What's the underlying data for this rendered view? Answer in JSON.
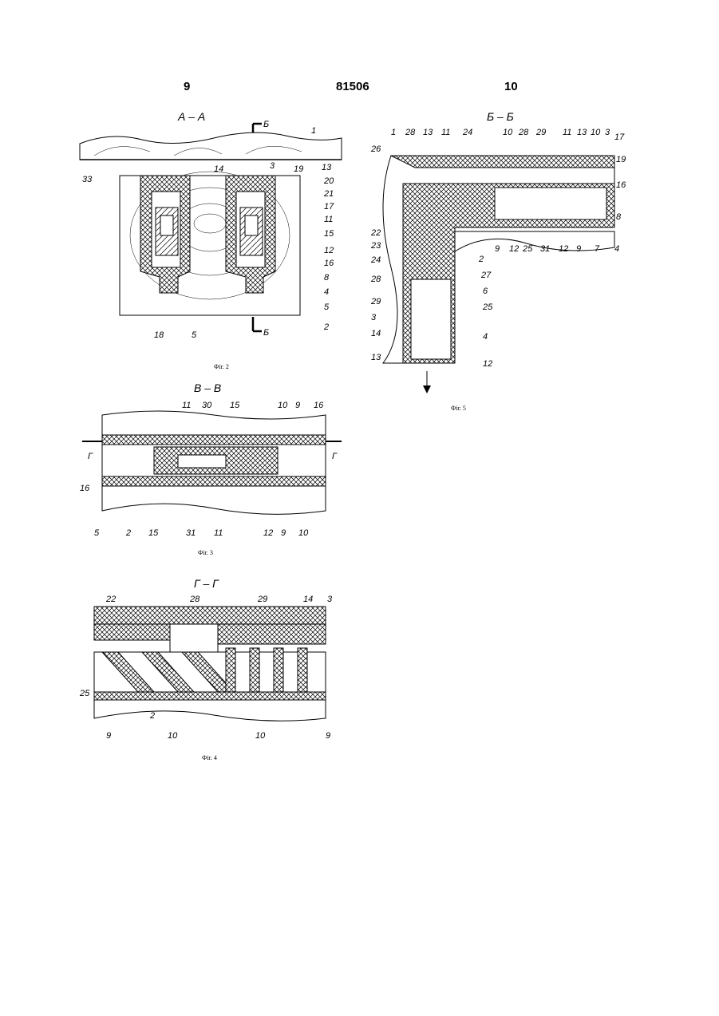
{
  "header": {
    "left_page": "9",
    "patent_number": "81506",
    "right_page": "10"
  },
  "fig2": {
    "section_title": "А – А",
    "cut_marker": "Б",
    "caption": "Фіг. 2",
    "labels": [
      "1",
      "33",
      "14",
      "3",
      "19",
      "13",
      "20",
      "21",
      "17",
      "11",
      "15",
      "12",
      "16",
      "8",
      "4",
      "5",
      "2",
      "18",
      "5"
    ]
  },
  "fig5": {
    "section_title": "Б – Б",
    "caption": "Фіг. 5",
    "labels_top": [
      "1",
      "28",
      "13",
      "11",
      "24",
      "10",
      "28",
      "29",
      "11",
      "13",
      "10",
      "3",
      "17"
    ],
    "labels_right": [
      "26",
      "19",
      "16",
      "8",
      "4",
      "7"
    ],
    "labels_bottom": [
      "9",
      "12",
      "25",
      "31",
      "12",
      "9"
    ],
    "labels_left": [
      "22",
      "23",
      "24",
      "28",
      "29",
      "3",
      "14",
      "13"
    ],
    "labels_inner": [
      "2",
      "27",
      "6",
      "25",
      "4",
      "12"
    ]
  },
  "fig3": {
    "section_title": "В – В",
    "cut_marker": "Г",
    "caption": "Фіг. 3",
    "labels_top": [
      "11",
      "30",
      "15",
      "10",
      "9",
      "16"
    ],
    "labels_bottom": [
      "16",
      "5",
      "2",
      "15",
      "31",
      "11",
      "12",
      "9",
      "10"
    ]
  },
  "fig4": {
    "section_title": "Г – Г",
    "caption": "Фіг. 4",
    "labels_top": [
      "22",
      "28",
      "29",
      "14",
      "3"
    ],
    "labels_bottom": [
      "25",
      "9",
      "2",
      "10",
      "10",
      "9"
    ]
  }
}
